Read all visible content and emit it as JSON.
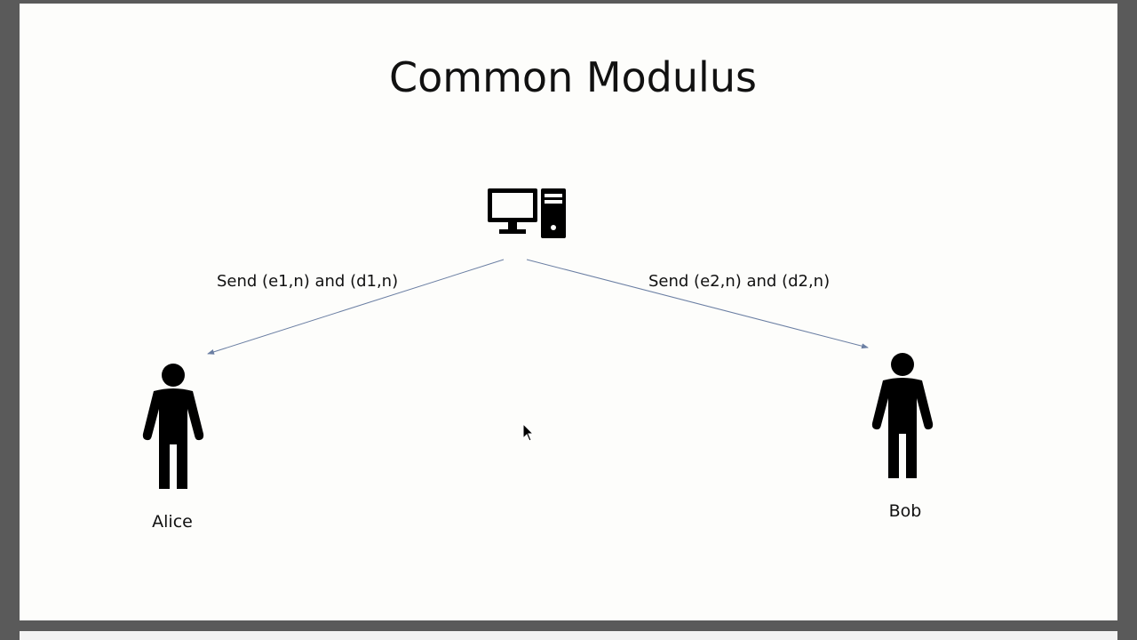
{
  "slide": {
    "title": "Common Modulus"
  },
  "nodes": {
    "server": {
      "icon": "desktop-computer-icon"
    },
    "alice": {
      "name": "Alice",
      "icon": "person-icon"
    },
    "bob": {
      "name": "Bob",
      "icon": "person-icon"
    }
  },
  "edges": {
    "to_alice": {
      "label": "Send (e1,n) and (d1,n)"
    },
    "to_bob": {
      "label": "Send (e2,n) and (d2,n)"
    }
  },
  "colors": {
    "arrow": "#6b7fa3",
    "icon": "#000000",
    "background": "#fdfdfb"
  }
}
